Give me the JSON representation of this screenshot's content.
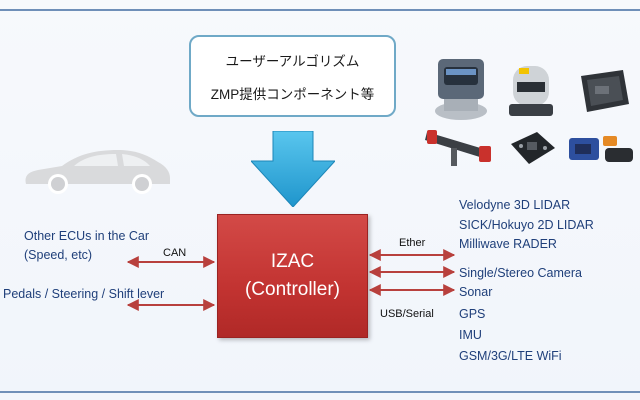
{
  "algorithm_box": {
    "line1": "ユーザーアルゴリズム",
    "line2": "ZMP提供コンポーネント等"
  },
  "controller": {
    "name": "IZAC",
    "role": "(Controller)"
  },
  "left_side": {
    "ecu_line1": "Other ECUs in the Car",
    "ecu_line2": "(Speed, etc)",
    "can_label": "CAN",
    "pedals_label": "Pedals / Steering / Shift lever"
  },
  "right_side": {
    "ether_label": "Ether",
    "usb_label": "USB/Serial",
    "sensors": [
      "Velodyne 3D LIDAR",
      "SICK/Hokuyo 2D LIDAR",
      "Milliwave RADER",
      "Single/Stereo Camera",
      "Sonar",
      "GPS",
      "IMU",
      "GSM/3G/LTE WiFi"
    ]
  },
  "colors": {
    "controller_red": "#c23331",
    "arrow_red": "#b8403d",
    "down_arrow_blue": "#2aa6d9",
    "label_blue": "#1f3f7a",
    "car_gray": "#d9dadc"
  }
}
